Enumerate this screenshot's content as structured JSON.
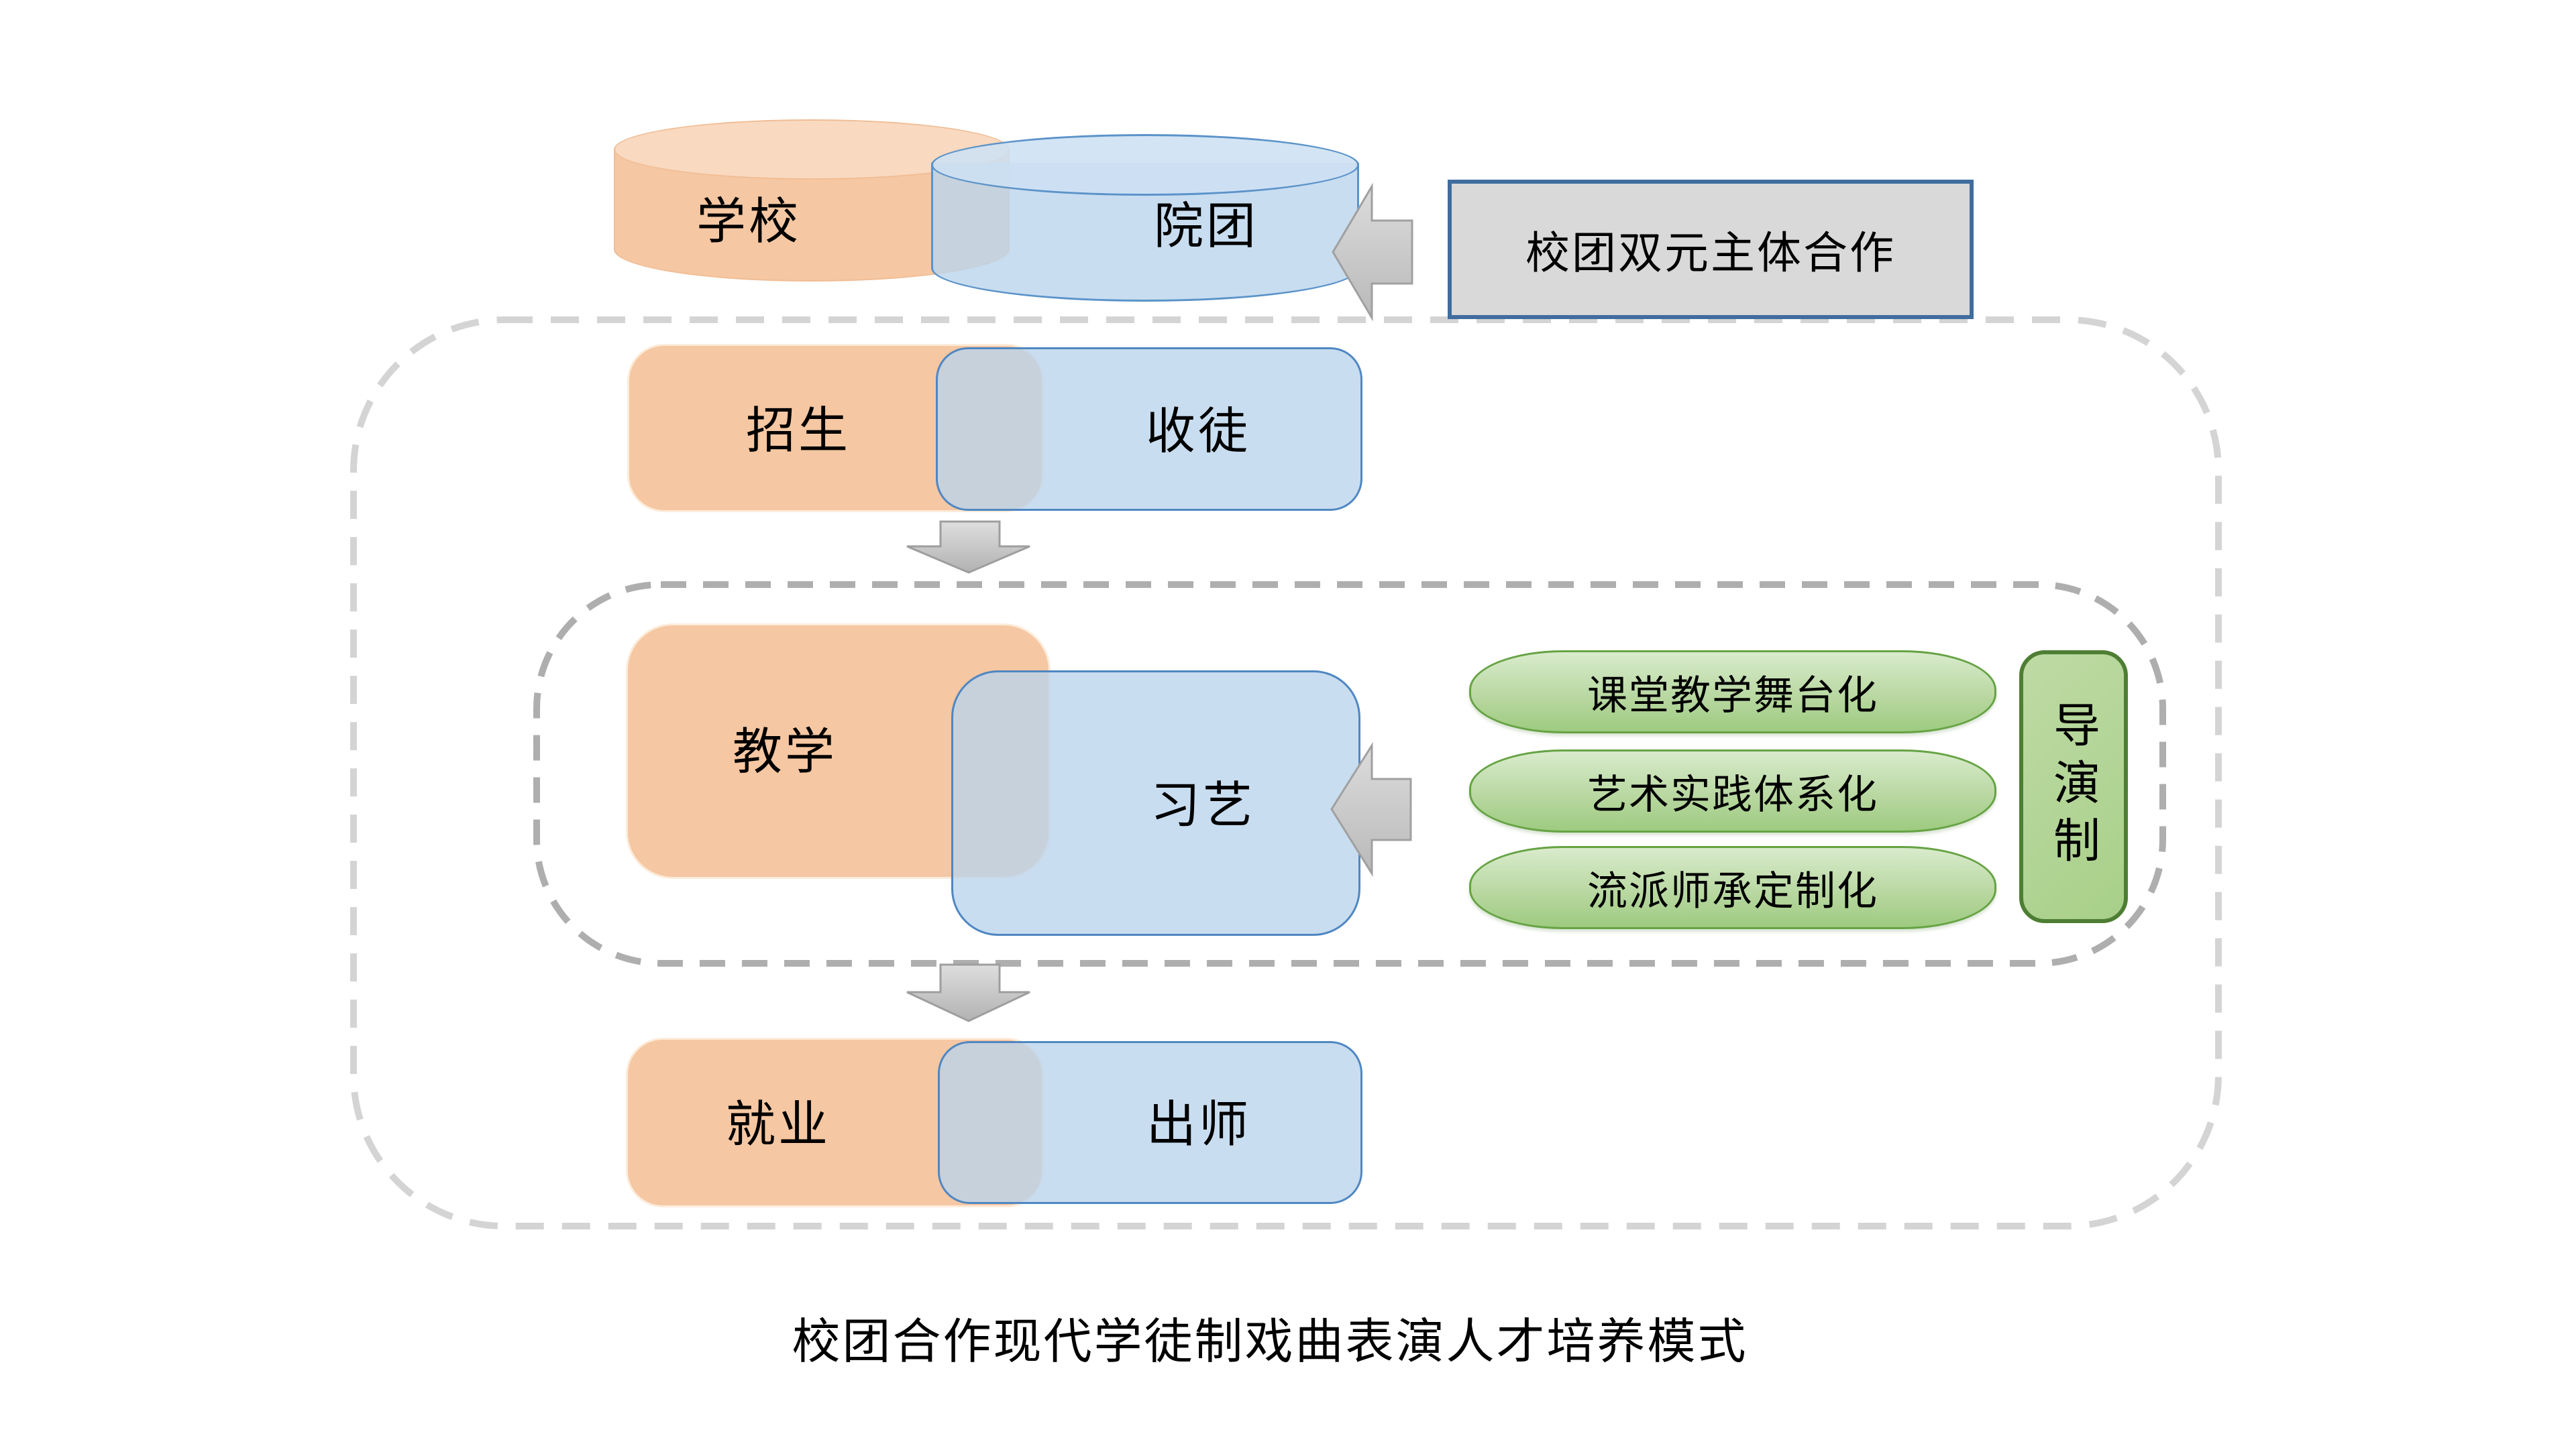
{
  "header": {
    "school": "学校",
    "troupe": "院团",
    "note": "校团双元主体合作"
  },
  "stages": {
    "enroll_school": "招生",
    "enroll_troupe": "收徒",
    "teach_school": "教学",
    "teach_troupe": "习艺",
    "employ_school": "就业",
    "employ_troupe": "出师"
  },
  "methods": [
    "课堂教学舞台化",
    "艺术实践体系化",
    "流派师承定制化"
  ],
  "director_system": "导演制",
  "caption": "校团合作现代学徒制戏曲表演人才培养模式",
  "colors": {
    "orange_fill": "#F5C7A2",
    "blue_fill": "#BAD4EC",
    "blue_border": "#5B93C9",
    "green_fill": "#A9D18E",
    "green_border": "#66A344",
    "green_dark_border": "#4E7E33",
    "note_fill": "#D9D9D9",
    "note_border": "#3F6D9E",
    "arrow_fill": "#C9C9C9",
    "dash_outer": "#D4D4D4",
    "dash_inner": "#AEAEAE"
  }
}
